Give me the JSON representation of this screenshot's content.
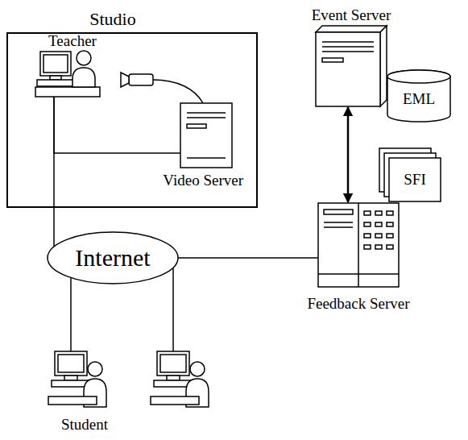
{
  "diagram": {
    "nodes": [
      {
        "text": [
          "Studio"
        ]
      },
      {
        "text": [
          "Teacher"
        ],
        "in": 0
      },
      {
        "text": [
          "Video Server"
        ],
        "in": 0
      },
      {
        "text": [
          "Event Server"
        ]
      },
      {
        "text": [
          "EML"
        ]
      },
      {
        "text": [
          "SFI"
        ]
      },
      {
        "text": [
          "Internet"
        ]
      },
      {
        "text": [
          "Feedback Server"
        ]
      },
      {
        "text": [
          "Student"
        ]
      }
    ],
    "edges": [
      {
        "from": 1,
        "to": 6,
        "arrow": "none"
      },
      {
        "from": 2,
        "to": 1,
        "arrow": "none"
      },
      {
        "from": 6,
        "to": 8,
        "arrow": "none"
      },
      {
        "from": 6,
        "to": 8,
        "arrow": "none"
      },
      {
        "from": 6,
        "to": 7,
        "arrow": "none"
      },
      {
        "from": 3,
        "to": 7,
        "arrow": "both"
      }
    ]
  }
}
